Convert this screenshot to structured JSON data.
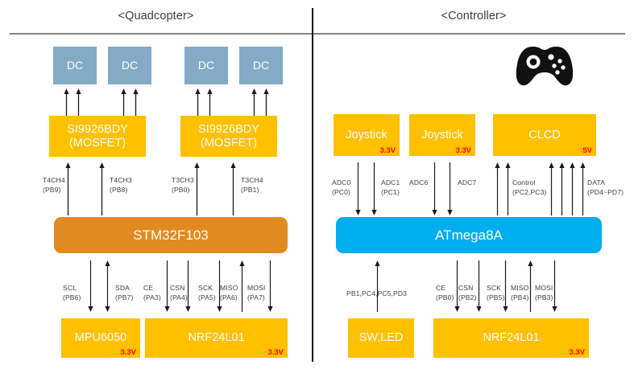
{
  "diagram": {
    "sections": [
      {
        "id": "quadcopter",
        "title": "<Quadcopter>"
      },
      {
        "id": "controller",
        "title": "<Controller>"
      }
    ],
    "colors": {
      "dc_block": "#85AAC6",
      "peripheral_block": "#FFC000",
      "stm32_block": "#E18A20",
      "atmega_block": "#00AEEF",
      "voltage_label": "#FF0000",
      "rule": "#868686",
      "divider": "#111111",
      "arrow": "#1A1A1A"
    },
    "icons": {
      "gamepad": "gamepad-icon"
    }
  },
  "quadcopter": {
    "motors": [
      {
        "label": "DC"
      },
      {
        "label": "DC"
      },
      {
        "label": "DC"
      },
      {
        "label": "DC"
      }
    ],
    "drivers": [
      {
        "name": "SI9926BDY",
        "sub": "(MOSFET)"
      },
      {
        "name": "SI9926BDY",
        "sub": "(MOSFET)"
      }
    ],
    "mcu": {
      "name": "STM32F103"
    },
    "sensors": [
      {
        "name": "MPU6050",
        "voltage": "3.3V"
      },
      {
        "name": "NRF24L01",
        "voltage": "3.3V"
      }
    ],
    "pwm_pins": [
      {
        "signal": "T4CH4",
        "port": "(PB9)",
        "dir": "up"
      },
      {
        "signal": "T4CH3",
        "port": "(PB8)",
        "dir": "up"
      },
      {
        "signal": "T3CH3",
        "port": "(PB0)",
        "dir": "up"
      },
      {
        "signal": "T3CH4",
        "port": "(PB1)",
        "dir": "up"
      }
    ],
    "bus_pins": [
      {
        "signal": "SCL",
        "port": "(PB6)",
        "dir": "down"
      },
      {
        "signal": "SDA",
        "port": "(PB7)",
        "dir": "both"
      },
      {
        "signal": "CE",
        "port": "(PA3)",
        "dir": "down"
      },
      {
        "signal": "CSN",
        "port": "(PA4)",
        "dir": "down"
      },
      {
        "signal": "SCK",
        "port": "(PA5)",
        "dir": "down"
      },
      {
        "signal": "MISO",
        "port": "(PA6)",
        "dir": "up"
      },
      {
        "signal": "MOSI",
        "port": "(PA7)",
        "dir": "down"
      }
    ]
  },
  "controller": {
    "inputs": [
      {
        "name": "Joystick",
        "voltage": "3.3V"
      },
      {
        "name": "Joystick",
        "voltage": "3.3V"
      },
      {
        "name": "CLCD",
        "voltage": "5V"
      }
    ],
    "mcu": {
      "name": "ATmega8A"
    },
    "peripherals": [
      {
        "name": "SW,LED",
        "voltage": ""
      },
      {
        "name": "NRF24L01",
        "voltage": "3.3V"
      }
    ],
    "input_pins": [
      {
        "signal": "ADC0",
        "port": "(PC0)",
        "dir": "down"
      },
      {
        "signal": "ADC1",
        "port": "(PC1)",
        "dir": "down"
      },
      {
        "signal": "ADC6",
        "port": "",
        "dir": "down"
      },
      {
        "signal": "ADC7",
        "port": "",
        "dir": "down"
      },
      {
        "signal": "Control",
        "port": "(PC2,PC3)",
        "dir": "up"
      },
      {
        "signal": "DATA",
        "port": "(PD4~PD7)",
        "dir": "up"
      }
    ],
    "bus_pins": [
      {
        "signal": "PB1,PC4,PC5,PD3",
        "port": "",
        "dir": "up"
      },
      {
        "signal": "CE",
        "port": "(PB0)",
        "dir": "down"
      },
      {
        "signal": "CSN",
        "port": "(PB2)",
        "dir": "down"
      },
      {
        "signal": "SCK",
        "port": "(PB5)",
        "dir": "down"
      },
      {
        "signal": "MISO",
        "port": "(PB4)",
        "dir": "up"
      },
      {
        "signal": "MOSI",
        "port": "(PB3)",
        "dir": "down"
      }
    ]
  }
}
